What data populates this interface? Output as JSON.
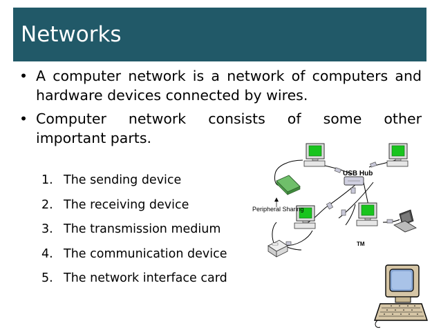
{
  "slide": {
    "title": "Networks",
    "bullets": [
      "A computer network is a network of computers and hardware devices connected by wires.",
      "Computer network consists of some other important parts."
    ],
    "bullet2_line1": "Computer network consists of some other",
    "bullet2_line2": "important parts.",
    "numbered_items": [
      {
        "num": "1.",
        "text": "The sending device"
      },
      {
        "num": "2.",
        "text": "The receiving device"
      },
      {
        "num": "3.",
        "text": "The transmission medium"
      },
      {
        "num": "4.",
        "text": "The communication device"
      },
      {
        "num": "5.",
        "text": "The network interface card"
      }
    ]
  },
  "diagram": {
    "usb_hub_label": "USB Hub",
    "peripheral_label": "Peripheral Sharing",
    "tm_label": "TM"
  },
  "colors": {
    "title_bar": "#215968",
    "title_text": "#ffffff",
    "screen_green": "#19c41e"
  }
}
